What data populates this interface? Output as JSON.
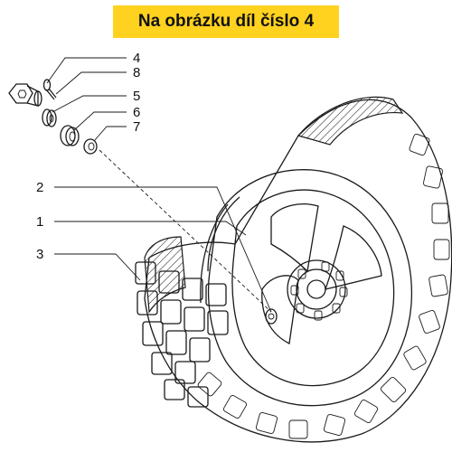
{
  "header": {
    "title": "Na obrázku díl číslo 4",
    "background_color": "#ffd21f"
  },
  "callouts": {
    "c4": "4",
    "c8": "8",
    "c5": "5",
    "c6": "6",
    "c7": "7",
    "c2": "2",
    "c1": "1",
    "c3": "3"
  }
}
